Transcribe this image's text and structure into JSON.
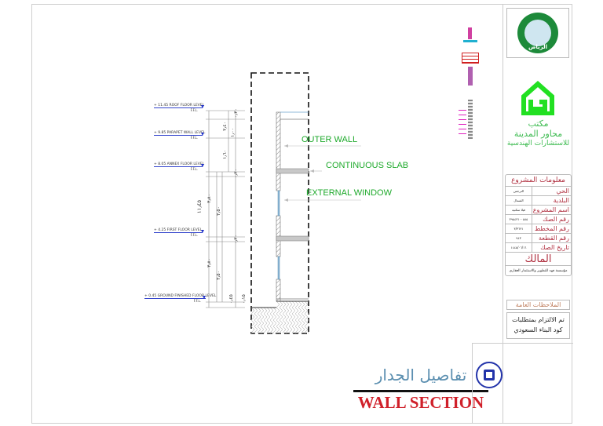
{
  "levels": [
    {
      "label": "+ 11.45   ROOF FLOOR LEVEL",
      "ffl": "F.F.L."
    },
    {
      "label": "+ 9.85   PARAPET WALL LEVEL",
      "ffl": "F.F.L."
    },
    {
      "label": "+ 8.05   ANNEX FLOOR LEVEL",
      "ffl": "F.F.L."
    },
    {
      "label": "+ 4.25   FIRST FLOOR LEVEL",
      "ffl": "F.F.L."
    },
    {
      "label": "+ 0.45   GROUND FINISHED FLOOR LEVEL",
      "ffl": "F.F.L."
    }
  ],
  "dimensions": {
    "total": "١١٫٤٥",
    "d1": "٣٫٨٠",
    "d2": "٣٫٥٠",
    "d3": "٣٫٨٠",
    "d4": "٣٫٥٠",
    "d5": "١٫٦٠",
    "d6": "٣٫٤٠",
    "d7": "١٫٠٠",
    "d8": "٠٫٢٠",
    "d9": "٠٫٢٠",
    "d10": "٠٫٢٠",
    "d11": "٠٫٤٥",
    "d12": "٠٫١٥"
  },
  "callouts": {
    "outer_wall": "OUTER WALL",
    "slab": "CONTINUOUS SLAB",
    "window": "EXTERNAL WINDOW"
  },
  "title": {
    "arabic": "تفاصيل الجدار",
    "english": "WALL SECTION"
  },
  "office": {
    "line1": "مكتب",
    "line2": "محاور المدينة",
    "line3": "للاستشارات الهندسية"
  },
  "logo": {
    "city": "الرياض"
  },
  "project_info": {
    "heading": "معلومات المشروع",
    "rows": [
      {
        "key": "الحي",
        "value": "النرجس"
      },
      {
        "key": "البلدية",
        "value": "الشمال"
      },
      {
        "key": "اسم المشروع",
        "value": "فيلا سكنية"
      },
      {
        "key": "رقم الصك",
        "value": "٣٩٥٤٣١٠٠٥٨٥"
      },
      {
        "key": "رقم المخطط",
        "value": "٣/٣٦٣١"
      },
      {
        "key": "رقم القطعة",
        "value": "٩٤٣"
      },
      {
        "key": "تاريخ الصك",
        "value": "١٤٤٥/٠٦/١٦"
      }
    ],
    "owner_heading": "المالك",
    "owner": "مؤسسة فهد للتطوير والاستثمار العقاري"
  },
  "notes": {
    "heading": "الملاحظات العامة",
    "text": "تم الالتزام بمتطلبات كود البناء السعودي"
  },
  "colors": {
    "green": "#1faa2c",
    "red": "#d0202a",
    "blue": "#5b8fb0",
    "maroon": "#b03040"
  }
}
